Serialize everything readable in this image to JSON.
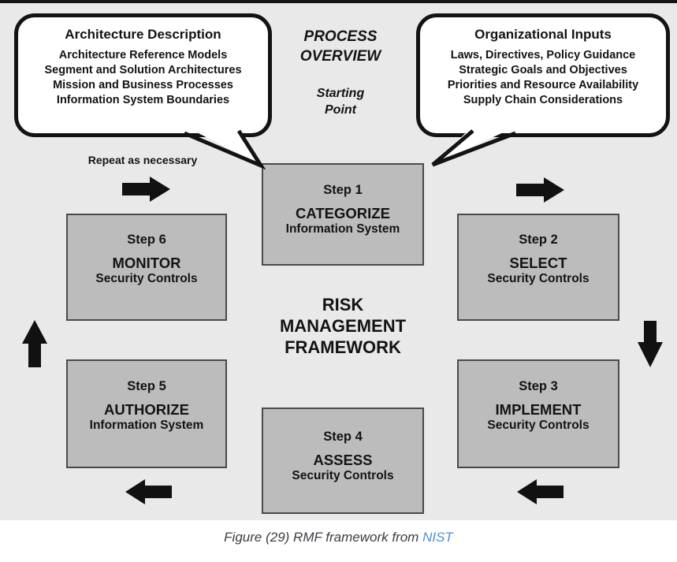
{
  "diagram": {
    "process_overview": "PROCESS\nOVERVIEW",
    "starting_point": "Starting\nPoint",
    "repeat_label": "Repeat as necessary",
    "center_label": "RISK\nMANAGEMENT\nFRAMEWORK",
    "bubbles": {
      "left": {
        "title": "Architecture Description",
        "lines": [
          "Architecture Reference Models",
          "Segment and Solution Architectures",
          "Mission and Business Processes",
          "Information System Boundaries"
        ]
      },
      "right": {
        "title": "Organizational Inputs",
        "lines": [
          "Laws, Directives, Policy Guidance",
          "Strategic Goals and Objectives",
          "Priorities and Resource Availability",
          "Supply Chain Considerations"
        ]
      }
    },
    "steps": [
      {
        "step": "Step 1",
        "action": "CATEGORIZE",
        "object": "Information System"
      },
      {
        "step": "Step 2",
        "action": "SELECT",
        "object": "Security Controls"
      },
      {
        "step": "Step 3",
        "action": "IMPLEMENT",
        "object": "Security Controls"
      },
      {
        "step": "Step 4",
        "action": "ASSESS",
        "object": "Security Controls"
      },
      {
        "step": "Step 5",
        "action": "AUTHORIZE",
        "object": "Information System"
      },
      {
        "step": "Step 6",
        "action": "MONITOR",
        "object": "Security Controls"
      }
    ],
    "colors": {
      "background": "#e9e9e9",
      "box_fill": "#bcbcbc",
      "box_border": "#4a4a4a",
      "bubble_border": "#131313",
      "arrow": "#111111"
    }
  },
  "caption": {
    "text": "Figure (29) RMF framework from ",
    "link": "NIST",
    "link_color": "#4a90d6"
  }
}
